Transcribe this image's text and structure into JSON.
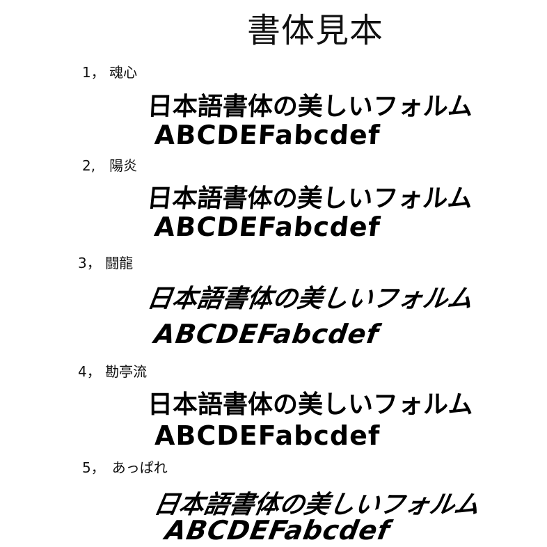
{
  "title": "書体見本",
  "samples": [
    {
      "label": "1， 魂心",
      "jp": "日本語書体の美しいフォルム",
      "en": "ABCDEFabcdef"
    },
    {
      "label": "2,　陽炎",
      "jp": "日本語書体の美しいフォルム",
      "en": "ABCDEFabcdef"
    },
    {
      "label": "3， 闘龍",
      "jp": "日本語書体の美しいフォルム",
      "en": "ABCDEFabcdef"
    },
    {
      "label": "4， 勘亭流",
      "jp": "日本語書体の美しいフォルム",
      "en": "ABCDEFabcdef"
    },
    {
      "label": "5，　あっぱれ",
      "jp": "日本語書体の美しいフォルム",
      "en": "ABCDEFabcdef"
    }
  ]
}
